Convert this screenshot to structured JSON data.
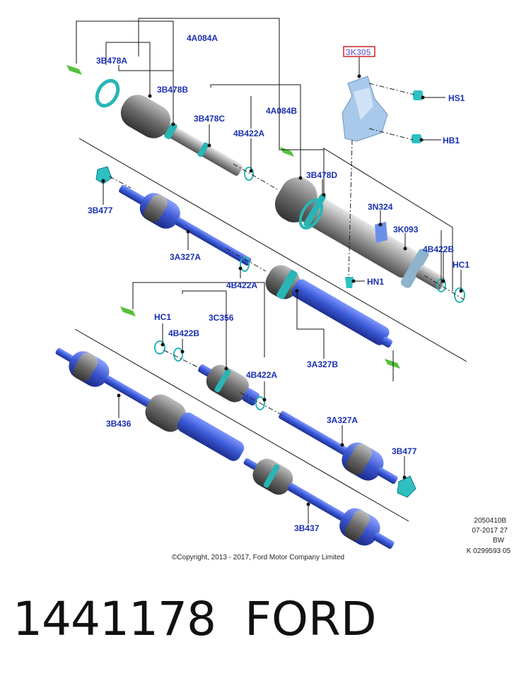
{
  "labels": {
    "l_4A084A_top": "4A084A",
    "l_3B478A": "3B478A",
    "l_3B478B": "3B478B",
    "l_3B478C": "3B478C",
    "l_4A084B": "4A084B",
    "l_4B422A_1": "4B422A",
    "l_3B478D": "3B478D",
    "l_3K305": "3K305",
    "l_HS1": "HS1",
    "l_HB1": "HB1",
    "l_3N324": "3N324",
    "l_3K093": "3K093",
    "l_4B422B_r": "4B422B",
    "l_HC1_r": "HC1",
    "l_HN1": "HN1",
    "l_3B477_top": "3B477",
    "l_3A327A_top": "3A327A",
    "l_4B422A_2": "4B422A",
    "l_3A327B": "3A327B",
    "l_HC1_l": "HC1",
    "l_4B422B_l": "4B422B",
    "l_3C356": "3C356",
    "l_4B422A_3": "4B422A",
    "l_3B436": "3B436",
    "l_3A327A_bot": "3A327A",
    "l_3B477_bot": "3B477",
    "l_3B437": "3B437"
  },
  "meta": {
    "line1": "2050410B",
    "line2": "07-2017 27",
    "line3": "BW",
    "line4": "K 0299593 05"
  },
  "copyright": "©Copyright, 2013 - 2017, Ford Motor Company Limited",
  "part_number": "1441178",
  "brand": "FORD",
  "colors": {
    "label": "#1a2fb0",
    "shaft": "#3a59d6",
    "boot": "#5a5a5a",
    "ring": "#29b5b5",
    "bracket": "#9fc3e6",
    "marker": "#55c13a",
    "highlight_box": "#d0202a"
  }
}
